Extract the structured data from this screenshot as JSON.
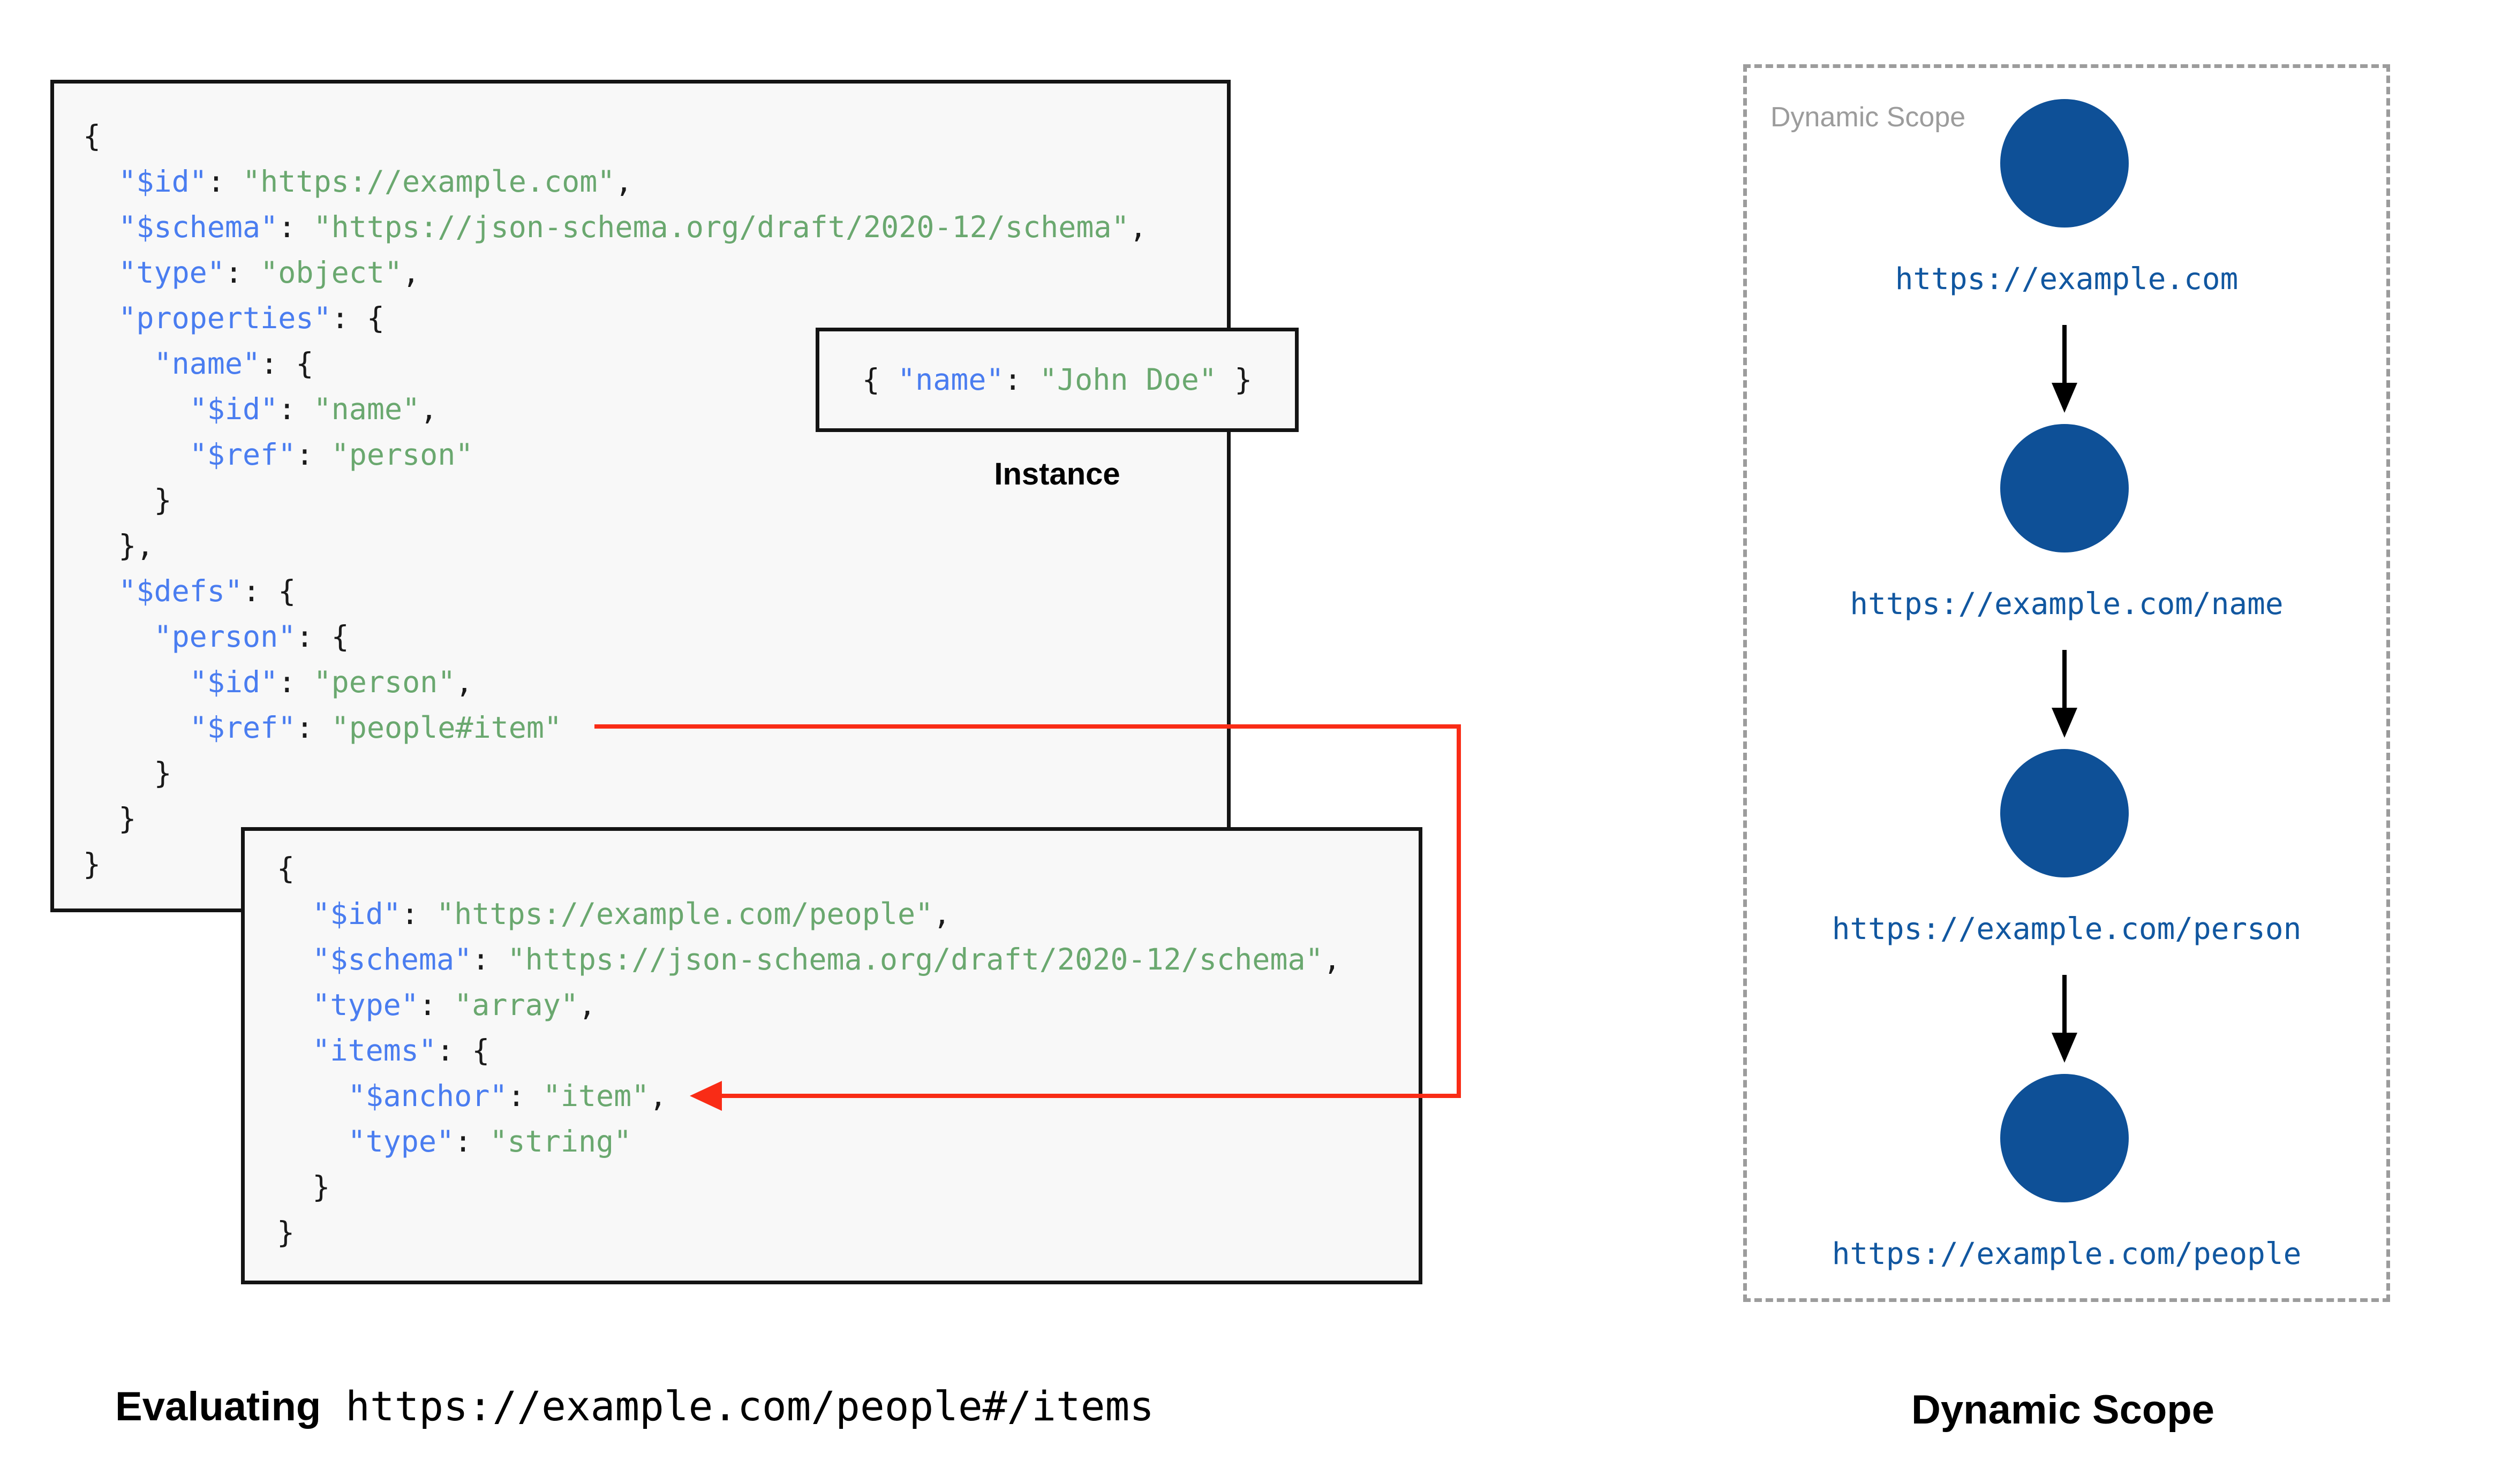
{
  "root_schema": {
    "lines": [
      "{",
      "  \"$id\": \"https://example.com\",",
      "  \"$schema\": \"https://json-schema.org/draft/2020-12/schema\",",
      "  \"type\": \"object\",",
      "  \"properties\": {",
      "    \"name\": {",
      "      \"$id\": \"name\",",
      "      \"$ref\": \"person\"",
      "    }",
      "  },",
      "  \"$defs\": {",
      "    \"person\": {",
      "      \"$id\": \"person\",",
      "      \"$ref\": \"people#item\"",
      "    }",
      "  }",
      "}"
    ]
  },
  "people_schema": {
    "lines": [
      "{",
      "  \"$id\": \"https://example.com/people\",",
      "  \"$schema\": \"https://json-schema.org/draft/2020-12/schema\",",
      "  \"type\": \"array\",",
      "  \"items\": {",
      "    \"$anchor\": \"item\",",
      "    \"type\": \"string\"",
      "  }",
      "}"
    ]
  },
  "instance": {
    "code": "{ \"name\": \"John Doe\" }",
    "label": "Instance"
  },
  "dynamic_scope": {
    "panel_title": "Dynamic Scope",
    "caption": "Dynamic Scope",
    "nodes": [
      {
        "url": "https://example.com"
      },
      {
        "url": "https://example.com/name"
      },
      {
        "url": "https://example.com/person"
      },
      {
        "url": "https://example.com/people"
      }
    ]
  },
  "footer": {
    "evaluating_label": "Evaluating",
    "evaluating_uri": " https://example.com/people#/items"
  },
  "colors": {
    "key": "#4a7df0",
    "string": "#6aa86f",
    "punct": "#1a1a1a",
    "node": "#0e5097",
    "url": "#1157a0",
    "red": "#f92c16",
    "graylabel": "#9c9c9c"
  }
}
